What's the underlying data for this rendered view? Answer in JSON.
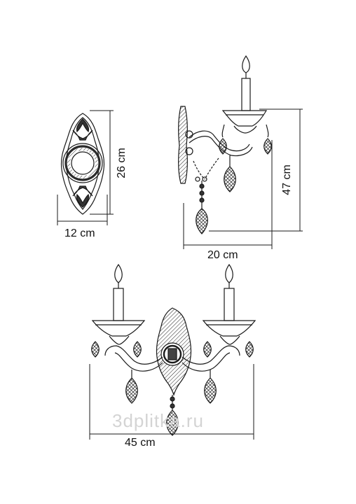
{
  "dimensions": {
    "backplate_width": "12 cm",
    "backplate_height": "26 cm",
    "side_depth": "20 cm",
    "side_height": "47 cm",
    "front_width": "45 cm"
  },
  "watermark": "3dplitka.ru",
  "colors": {
    "line": "#1a1a1a",
    "watermark": "#d4d4d4",
    "background": "#ffffff"
  }
}
